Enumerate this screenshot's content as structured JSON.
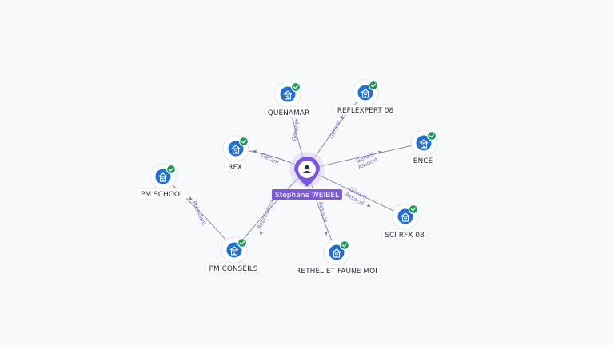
{
  "colors": {
    "company": "#1f6fd6",
    "verified": "#1a9a56",
    "person": "#7b57e4",
    "edge": "#7b7f9e",
    "edge_label": "#7a6fd0"
  },
  "icons": {
    "company": "building-icon",
    "person": "user-icon",
    "verified": "check-badge-icon"
  },
  "person": {
    "name": "Stephane WEIBEL"
  },
  "companies": [
    {
      "id": "quenamar",
      "name": "QUENAMAR"
    },
    {
      "id": "reflexpert08",
      "name": "REFLEXPERT 08"
    },
    {
      "id": "ence",
      "name": "ENCE"
    },
    {
      "id": "rfx",
      "name": "RFX"
    },
    {
      "id": "scirfx08",
      "name": "SCI RFX 08"
    },
    {
      "id": "rethel",
      "name": "RETHEL ET FAUNE MOI"
    },
    {
      "id": "pmconseils",
      "name": "PM CONSEILS"
    },
    {
      "id": "pmschool",
      "name": "PM SCHOOL"
    }
  ],
  "edges": [
    {
      "from": "person",
      "to": "quenamar",
      "label": "Gérant"
    },
    {
      "from": "person",
      "to": "reflexpert08",
      "label": "Gérant"
    },
    {
      "from": "person",
      "to": "ence",
      "label": "Gérant Associé"
    },
    {
      "from": "person",
      "to": "rfx",
      "label": "Gérant"
    },
    {
      "from": "person",
      "to": "scirfx08",
      "label": "Gérant Associé"
    },
    {
      "from": "person",
      "to": "rethel",
      "label": "Associé"
    },
    {
      "from": "person",
      "to": "pmconseils",
      "label": "Représentant"
    },
    {
      "from": "pmconseils",
      "to": "pmschool",
      "label": "Président"
    }
  ]
}
